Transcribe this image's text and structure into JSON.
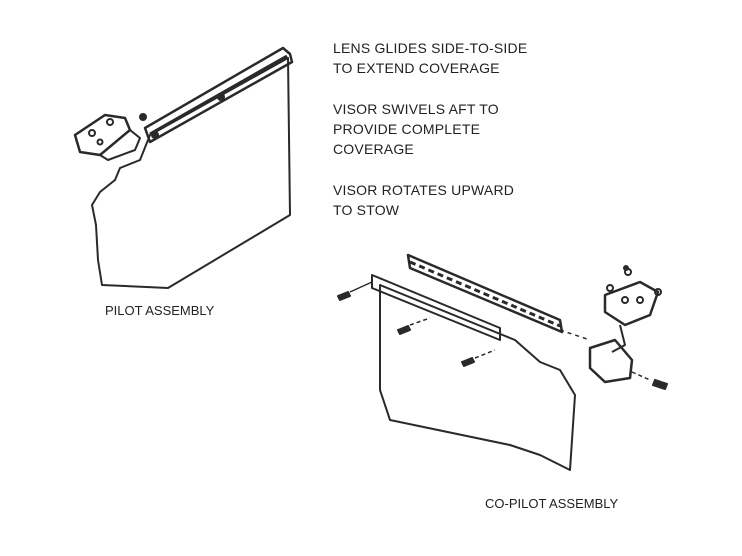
{
  "notes": [
    {
      "lines": [
        "LENS GLIDES SIDE-TO-SIDE",
        "TO EXTEND COVERAGE"
      ]
    },
    {
      "lines": [
        "VISOR SWIVELS AFT TO",
        "PROVIDE COMPLETE",
        "COVERAGE"
      ]
    },
    {
      "lines": [
        "VISOR ROTATES UPWARD",
        "TO STOW"
      ]
    }
  ],
  "captions": {
    "pilot": "PILOT ASSEMBLY",
    "copilot": "CO-PILOT ASSEMBLY"
  },
  "colors": {
    "line": "#2a2a2a",
    "background": "#ffffff"
  }
}
